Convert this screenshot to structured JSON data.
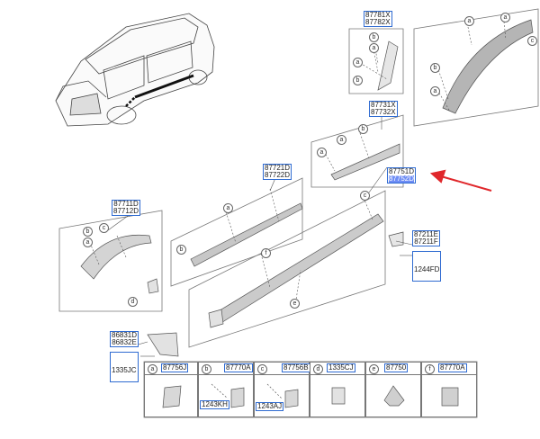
{
  "part_labels": {
    "p87781": [
      "87781X",
      "87782X"
    ],
    "p87731": [
      "87731X",
      "87732X"
    ],
    "p87721": [
      "87721D",
      "87722D"
    ],
    "p87751": [
      "87751D",
      "87752D"
    ],
    "p87711": [
      "87711D",
      "87712D"
    ],
    "p87211": [
      "87211E",
      "87211F"
    ],
    "p1244": [
      "1244FD"
    ],
    "p86831": [
      "86831D",
      "86832E"
    ],
    "p1335a": [
      "1335JC"
    ]
  },
  "callout_letters": [
    "a",
    "b",
    "c",
    "d",
    "e",
    "f"
  ],
  "legend": [
    {
      "letter": "a",
      "part": "87756J",
      "sub": ""
    },
    {
      "letter": "b",
      "part": "87770A",
      "sub": "1243KH"
    },
    {
      "letter": "c",
      "part": "87756B",
      "sub": "1243AJ"
    },
    {
      "letter": "d",
      "part": "1335CJ",
      "sub": ""
    },
    {
      "letter": "e",
      "part": "87750",
      "sub": ""
    },
    {
      "letter": "f",
      "part": "87770A",
      "sub": ""
    }
  ],
  "colors": {
    "label_border": "#2f6bd1",
    "highlight": "#6e8df5",
    "arrow": "#e0272b",
    "line": "#555"
  }
}
